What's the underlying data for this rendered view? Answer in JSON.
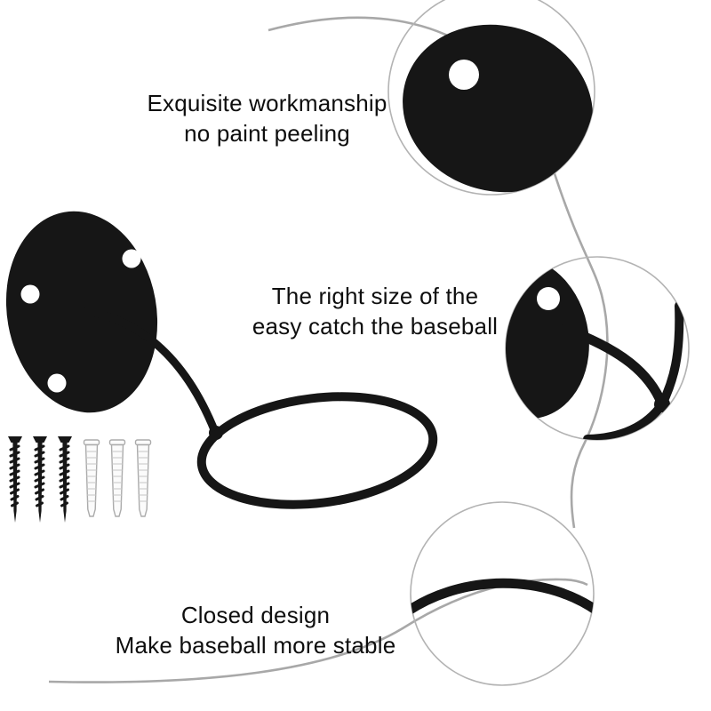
{
  "annotations": {
    "workmanship": {
      "line1": "Exquisite workmanship",
      "line2": "no paint peeling"
    },
    "size": {
      "line1": "The right size of the",
      "line2": "easy catch the baseball"
    },
    "closed": {
      "line1": "Closed design",
      "line2": "Make baseball more stable"
    }
  },
  "colors": {
    "background": "#ffffff",
    "product": "#161616",
    "leader-line": "#a8a8a8",
    "callout-border": "#b3b3b3",
    "anchor-fill": "#fbfbfb",
    "anchor-stroke": "#ababab",
    "anchor-rib": "#cfcfcf",
    "text": "#0e0e0e"
  }
}
